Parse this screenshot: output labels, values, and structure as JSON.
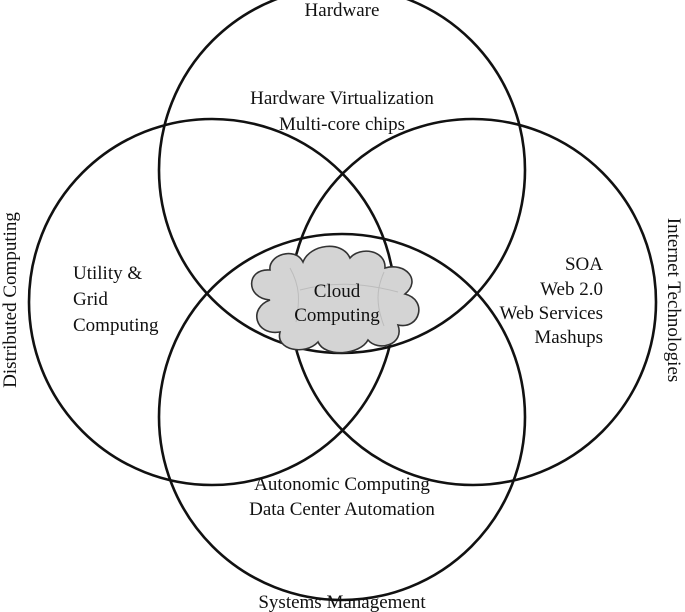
{
  "outer_labels": {
    "top": "Hardware",
    "bottom": "Systems Management",
    "left": "Distributed Computing",
    "right": "Internet Technologies"
  },
  "regions": {
    "top": [
      "Hardware Virtualization",
      "Multi-core chips"
    ],
    "left": [
      "Utility &",
      "Grid",
      "Computing"
    ],
    "right": [
      "SOA",
      "Web 2.0",
      "Web Services",
      "Mashups"
    ],
    "bottom": [
      "Autonomic Computing",
      "Data Center Automation"
    ]
  },
  "center": [
    "Cloud",
    "Computing"
  ],
  "colors": {
    "stroke": "#111111",
    "cloud_fill": "#d4d4d4",
    "cloud_stroke": "#333333",
    "cloud_inner": "#bcbcbc",
    "background": "#ffffff"
  }
}
